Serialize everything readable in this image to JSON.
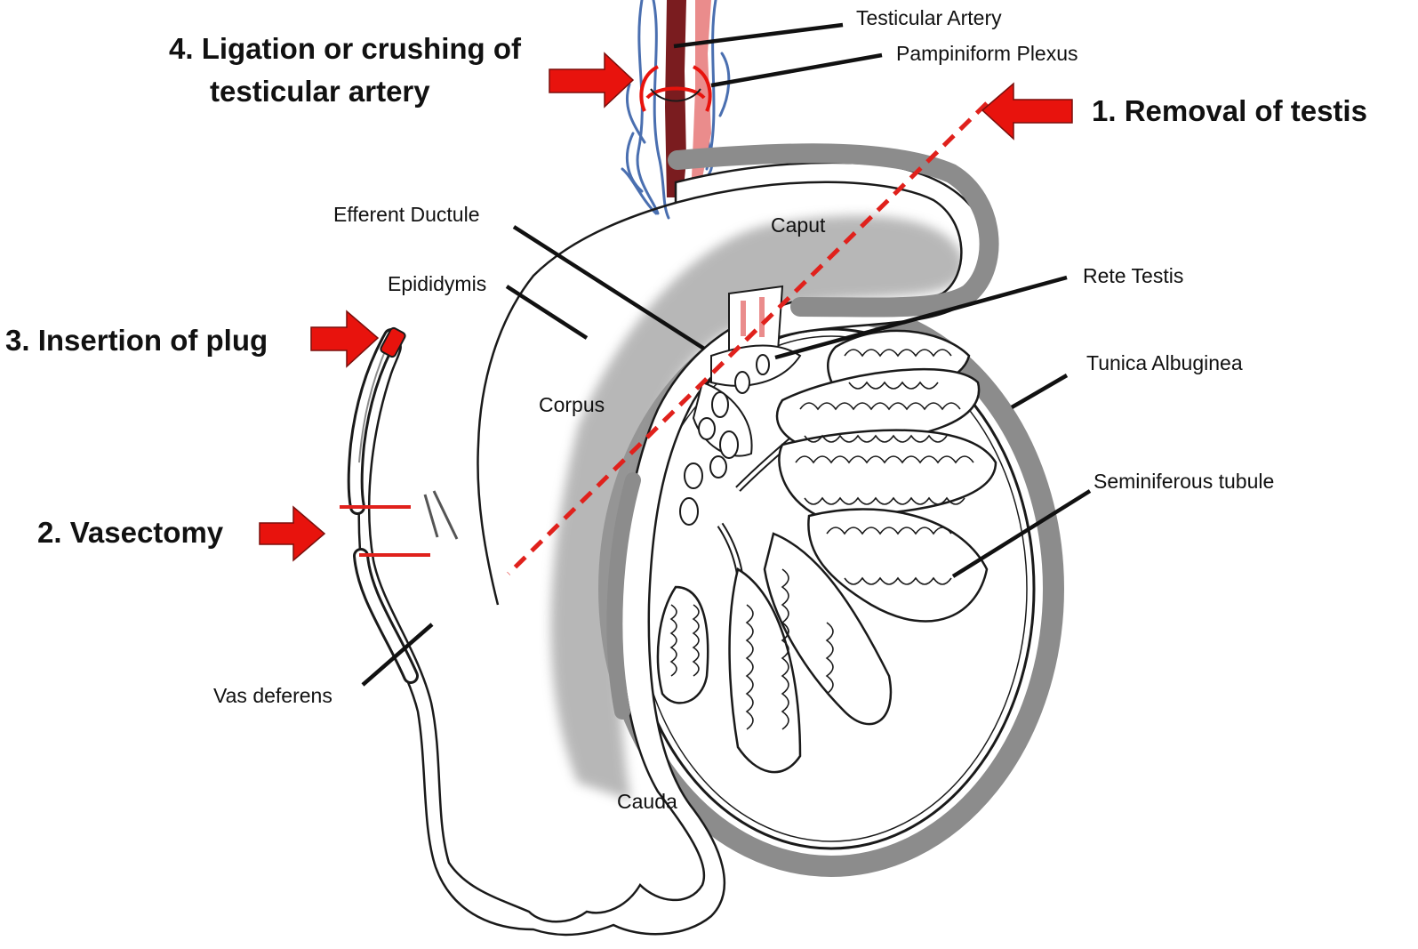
{
  "colors": {
    "tunica": "#8c8c8c",
    "cut_line": "#e0211c",
    "arrow": "#e8130d",
    "artery": "#7a1c1f",
    "plexus_pink": "#ea8c8c",
    "vein": "#4a6fb0",
    "outline": "#1a1a1a"
  },
  "procedures": {
    "removal": "1. Removal of testis",
    "vasectomy": "2. Vasectomy",
    "plug": "3. Insertion of plug",
    "ligation_line1": "4. Ligation or crushing of",
    "ligation_line2": "testicular artery"
  },
  "labels": {
    "testicular_artery": "Testicular Artery",
    "pampiniform_plexus": "Pampiniform Plexus",
    "efferent_ductule": "Efferent Ductule",
    "caput": "Caput",
    "rete_testis": "Rete Testis",
    "epididymis": "Epididymis",
    "tunica_albuginea": "Tunica Albuginea",
    "corpus": "Corpus",
    "seminiferous_tubule": "Seminiferous tubule",
    "vas_deferens": "Vas deferens",
    "cauda": "Cauda"
  },
  "icons": {
    "arrow": "red-block-arrow-icon",
    "ligature": "ligature-clamp-icon"
  }
}
